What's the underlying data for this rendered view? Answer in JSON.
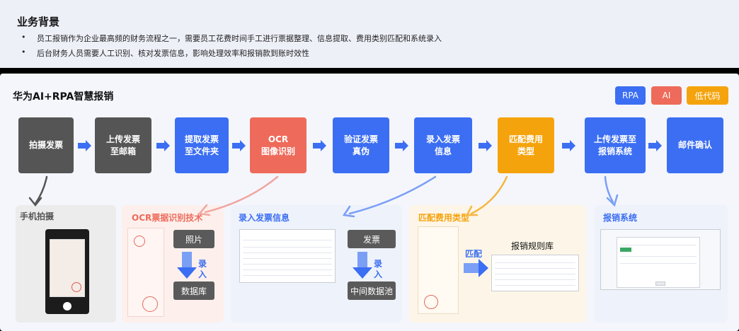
{
  "background": {
    "title": "业务背景",
    "bullets": [
      "员工报销作为企业最高频的财务流程之一，需要员工花费时间手工进行票据整理、信息提取、费用类别匹配和系统录入",
      "后台财务人员需要人工识别、核对发票信息，影响处理效率和报销款到账时效性"
    ],
    "bullet_glyph": "•"
  },
  "main": {
    "title": "华为AI+RPA智慧报销",
    "legend": [
      {
        "label": "RPA",
        "color": "#3b6ef2"
      },
      {
        "label": "AI",
        "color": "#ee6a5a"
      },
      {
        "label": "低代码",
        "color": "#f5a30d"
      }
    ],
    "steps": [
      {
        "label": "拍摄发票",
        "color": "#555555"
      },
      {
        "label": "上传发票\n至邮箱",
        "color": "#555555"
      },
      {
        "label": "提取发票\n至文件夹",
        "color": "#3b6ef2"
      },
      {
        "label": "OCR\n图像识别",
        "color": "#ee6a5a"
      },
      {
        "label": "验证发票\n真伪",
        "color": "#3b6ef2"
      },
      {
        "label": "录入发票\n信息",
        "color": "#3b6ef2"
      },
      {
        "label": "匹配费用\n类型",
        "color": "#f5a30d"
      },
      {
        "label": "上传发票至\n报销系统",
        "color": "#3b6ef2"
      },
      {
        "label": "邮件确认",
        "color": "#3b6ef2"
      }
    ]
  },
  "details": {
    "phone": {
      "label": "手机拍摄"
    },
    "ocr": {
      "label": "OCR票据识别技术",
      "box_top": "照片",
      "arrow_text": "录\n入",
      "box_bottom": "数据库"
    },
    "entry": {
      "label": "录入发票信息",
      "box_top": "发票",
      "arrow_text": "录\n入",
      "box_bottom": "中间数据池"
    },
    "match": {
      "label": "匹配费用类型",
      "arrow_text": "匹配",
      "rule_title": "报销规则库"
    },
    "system": {
      "label": "报销系统"
    }
  },
  "colors": {
    "blue": "#3b6ef2",
    "red": "#ee6a5a",
    "orange": "#f5a30d",
    "gray": "#555555"
  }
}
